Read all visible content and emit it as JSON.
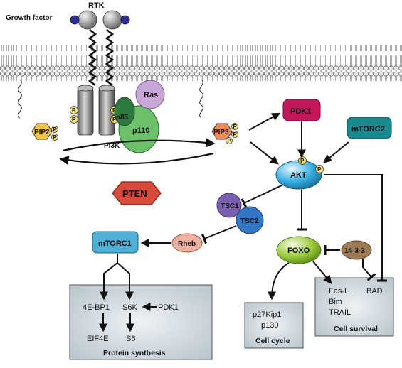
{
  "labels": {
    "rtk": "RTK",
    "growth_factor": "Growth factor",
    "ras": "Ras",
    "p85": "p85",
    "p110": "p110",
    "pi3k": "PI3K",
    "pip2": "PIP2",
    "pip3": "PIP3",
    "pten": "PTEN",
    "pdk1": "PDK1",
    "mtorc2": "mTORC2",
    "akt": "AKT",
    "tsc1": "TSC1",
    "tsc2": "TSC2",
    "rheb": "Rheb",
    "mtorc1": "mTORC1",
    "foxo": "FOXO",
    "protein_1433": "14-3-3",
    "p": "P"
  },
  "protein_synthesis": {
    "title": "Protein synthesis",
    "e4bp1": "4E-BP1",
    "eif4e": "EIF4E",
    "s6k": "S6K",
    "s6": "S6",
    "pdk1": "PDK1"
  },
  "cell_cycle": {
    "title": "Cell cycle",
    "p27": "p27Kip1",
    "p130": "p130"
  },
  "cell_survival": {
    "title": "Cell survival",
    "fasl": "Fas-L",
    "bim": "Bim",
    "trail": "TRAIL",
    "bad": "BAD"
  },
  "colors": {
    "pdk1": "#c2185b",
    "mtorc2": "#1a8a91",
    "akt": "#34aee0",
    "tsc1": "#7a5fb0",
    "tsc2": "#3576c4",
    "rheb": "#f0b0a0",
    "mtorc1": "#4fb0d8",
    "foxo": "#9ccb3b",
    "protein_1433": "#9b7a55",
    "pten": "#d84a3a",
    "ras": "#c9a6d8",
    "p110": "#6cc06a",
    "p85": "#2f7a3e",
    "pip2": "#f3c648",
    "pip3": "#f08a5a",
    "phospho": "#f6e27a",
    "box": "#c9d3da"
  }
}
